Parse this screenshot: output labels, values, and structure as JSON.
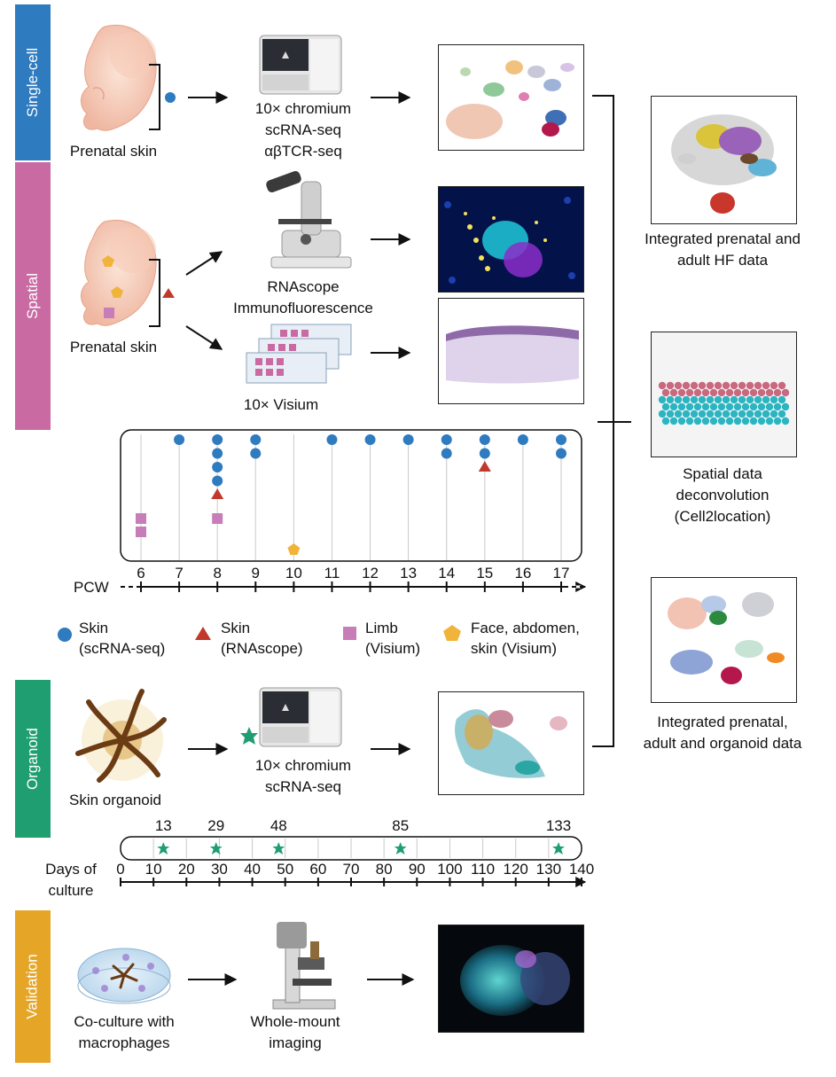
{
  "sections": {
    "single_cell": "Single-cell",
    "spatial": "Spatial",
    "organoid": "Organoid",
    "validation": "Validation"
  },
  "colors": {
    "single_cell": "#2f7bbf",
    "spatial": "#c96aa3",
    "organoid": "#1f9e72",
    "validation": "#e5a628",
    "skin_scrna": "#2f7bbf",
    "skin_rnascope": "#c0392b",
    "limb_visium": "#c77db7",
    "face_visium": "#f0b43a",
    "organoid_star": "#1f9e72"
  },
  "single_cell": {
    "sample_label": "Prenatal skin",
    "method_line1": "10× chromium",
    "method_line2": "scRNA-seq",
    "method_line3": "αβTCR-seq"
  },
  "spatial": {
    "sample_label": "Prenatal skin",
    "method1_line1": "RNAscope",
    "method1_line2": "Immunofluorescence",
    "method2": "10× Visium"
  },
  "integration": {
    "panel1_line1": "Integrated prenatal and",
    "panel1_line2": "adult HF data",
    "panel2_line1": "Spatial data",
    "panel2_line2": "deconvolution",
    "panel2_line3": "(Cell2location)",
    "panel3_line1": "Integrated prenatal,",
    "panel3_line2": "adult and organoid data"
  },
  "pcw_timeline": {
    "axis_label": "PCW",
    "ticks": [
      "6",
      "7",
      "8",
      "9",
      "10",
      "11",
      "12",
      "13",
      "14",
      "15",
      "16",
      "17"
    ],
    "samples": [
      {
        "pcw": 6,
        "type": "limb_visium",
        "count": 2
      },
      {
        "pcw": 7,
        "type": "skin_scrna",
        "count": 1
      },
      {
        "pcw": 8,
        "type": "skin_scrna",
        "count": 4
      },
      {
        "pcw": 8,
        "type": "skin_rnascope",
        "count": 1
      },
      {
        "pcw": 8,
        "type": "limb_visium",
        "count": 1
      },
      {
        "pcw": 9,
        "type": "skin_scrna",
        "count": 2
      },
      {
        "pcw": 10,
        "type": "face_visium",
        "count": 1
      },
      {
        "pcw": 11,
        "type": "skin_scrna",
        "count": 1
      },
      {
        "pcw": 12,
        "type": "skin_scrna",
        "count": 1
      },
      {
        "pcw": 13,
        "type": "skin_scrna",
        "count": 1
      },
      {
        "pcw": 14,
        "type": "skin_scrna",
        "count": 2
      },
      {
        "pcw": 15,
        "type": "skin_scrna",
        "count": 2
      },
      {
        "pcw": 15,
        "type": "skin_rnascope",
        "count": 1
      },
      {
        "pcw": 16,
        "type": "skin_scrna",
        "count": 1
      },
      {
        "pcw": 17,
        "type": "skin_scrna",
        "count": 2
      }
    ]
  },
  "legend": [
    {
      "type": "skin_scrna",
      "line1": "Skin",
      "line2": "(scRNA-seq)"
    },
    {
      "type": "skin_rnascope",
      "line1": "Skin",
      "line2": "(RNAscope)"
    },
    {
      "type": "limb_visium",
      "line1": "Limb",
      "line2": "(Visium)"
    },
    {
      "type": "face_visium",
      "line1": "Face, abdomen,",
      "line2": "skin (Visium)"
    }
  ],
  "organoid": {
    "sample_label": "Skin organoid",
    "method_line1": "10× chromium",
    "method_line2": "scRNA-seq"
  },
  "days_timeline": {
    "axis_label_line1": "Days of",
    "axis_label_line2": "culture",
    "ticks": [
      "0",
      "10",
      "20",
      "30",
      "40",
      "50",
      "60",
      "70",
      "80",
      "90",
      "100",
      "110",
      "120",
      "130",
      "140"
    ],
    "sample_days": [
      13,
      29,
      48,
      85,
      133
    ],
    "sample_labels": [
      "13",
      "29",
      "48",
      "85",
      "133"
    ]
  },
  "validation": {
    "label1_line1": "Co-culture with",
    "label1_line2": "macrophages",
    "label2_line1": "Whole-mount",
    "label2_line2": "imaging"
  }
}
